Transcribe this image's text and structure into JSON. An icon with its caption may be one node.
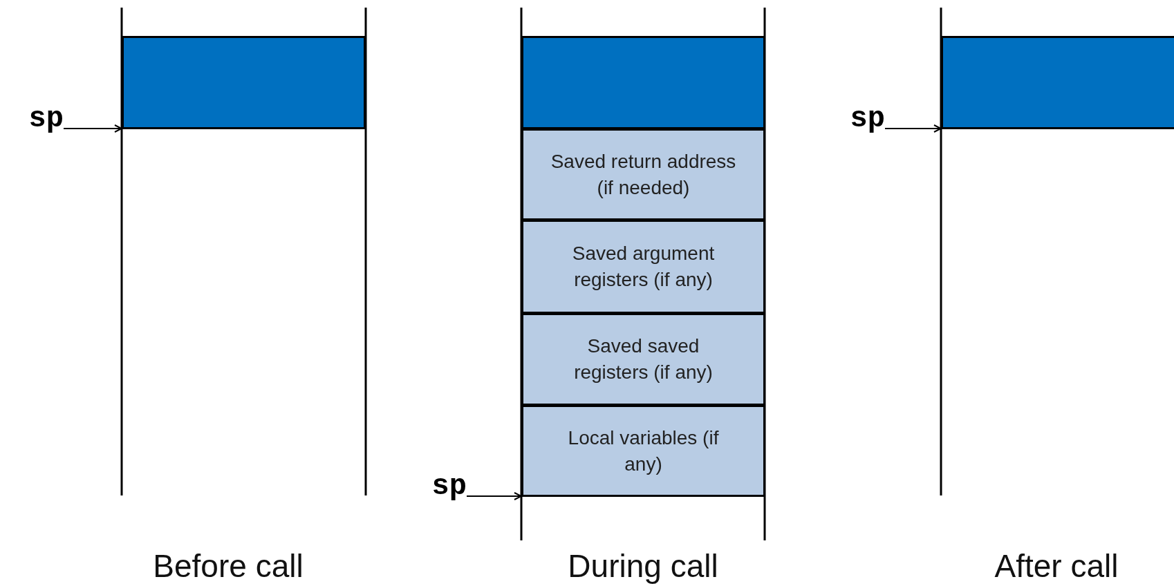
{
  "diagram": {
    "nodes": [
      {
        "text": [],
        "shape": "box"
      },
      {
        "text": [
          "sp"
        ]
      },
      {
        "text": [],
        "shape": "box"
      },
      {
        "text": [
          "Saved return address (if needed)"
        ]
      },
      {
        "text": [
          "Saved argument registers (if any)"
        ]
      },
      {
        "text": [
          "Saved saved registers (if any)"
        ]
      },
      {
        "text": [
          "Local variables (if any)"
        ]
      },
      {
        "text": [
          "sp"
        ]
      },
      {
        "text": [],
        "shape": "box"
      },
      {
        "text": [
          "sp"
        ]
      }
    ],
    "edges": [
      {
        "from": 1,
        "to": 0,
        "arrow": "to"
      },
      {
        "from": 7,
        "to": 6,
        "arrow": "to"
      },
      {
        "from": 9,
        "to": 8,
        "arrow": "to"
      }
    ],
    "labels": [
      "Before call",
      "During call",
      "After call"
    ]
  }
}
